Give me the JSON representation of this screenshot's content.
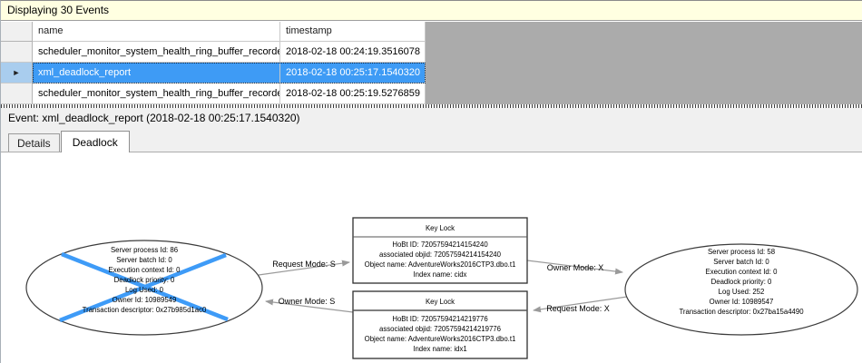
{
  "header": {
    "title": "Displaying 30 Events"
  },
  "table": {
    "columns": [
      "name",
      "timestamp"
    ],
    "rows": [
      {
        "name": "scheduler_monitor_system_health_ring_buffer_recorded",
        "timestamp": "2018-02-18 00:24:19.3516078",
        "selected": false
      },
      {
        "name": "xml_deadlock_report",
        "timestamp": "2018-02-18 00:25:17.1540320",
        "selected": true
      },
      {
        "name": "scheduler_monitor_system_health_ring_buffer_recorded",
        "timestamp": "2018-02-18 00:25:19.5276859",
        "selected": false
      }
    ]
  },
  "event_bar": {
    "text": "Event: xml_deadlock_report (2018-02-18 00:25:17.1540320)"
  },
  "tabs": [
    {
      "label": "Details",
      "active": false
    },
    {
      "label": "Deadlock",
      "active": true
    }
  ],
  "icons": {
    "current_row_arrow": "►"
  },
  "colors": {
    "selection_blue": "#3E9BF5",
    "victim_cross_blue": "#3E9BF7",
    "info_bar_yellow": "#FFFFE1",
    "grid_empty_gray": "#ABABAB"
  },
  "graph": {
    "victim_process": {
      "lines": [
        "Server process Id: 86",
        "Server batch Id: 0",
        "Execution context Id: 0",
        "Deadlock priority: 0",
        "Log Used: 0",
        "Owner Id: 10989549",
        "Transaction descriptor: 0x27b985d1ac0"
      ]
    },
    "owner_process": {
      "lines": [
        "Server process Id: 58",
        "Server batch Id: 0",
        "Execution context Id: 0",
        "Deadlock priority: 0",
        "Log Used: 252",
        "Owner Id: 10989547",
        "Transaction descriptor: 0x27ba15a4490"
      ]
    },
    "locks": [
      {
        "title": "Key Lock",
        "lines": [
          "HoBt ID: 72057594214154240",
          "associated objid: 72057594214154240",
          "Object name: AdventureWorks2016CTP3.dbo.t1",
          "Index name: cidx"
        ]
      },
      {
        "title": "Key Lock",
        "lines": [
          "HoBt ID: 72057594214219776",
          "associated objid: 72057594214219776",
          "Object name: AdventureWorks2016CTP3.dbo.t1",
          "Index name: idx1"
        ]
      }
    ],
    "edges": [
      {
        "label": "Request Mode: S"
      },
      {
        "label": "Owner Mode: S"
      },
      {
        "label": "Owner Mode: X"
      },
      {
        "label": "Request Mode: X"
      }
    ]
  }
}
